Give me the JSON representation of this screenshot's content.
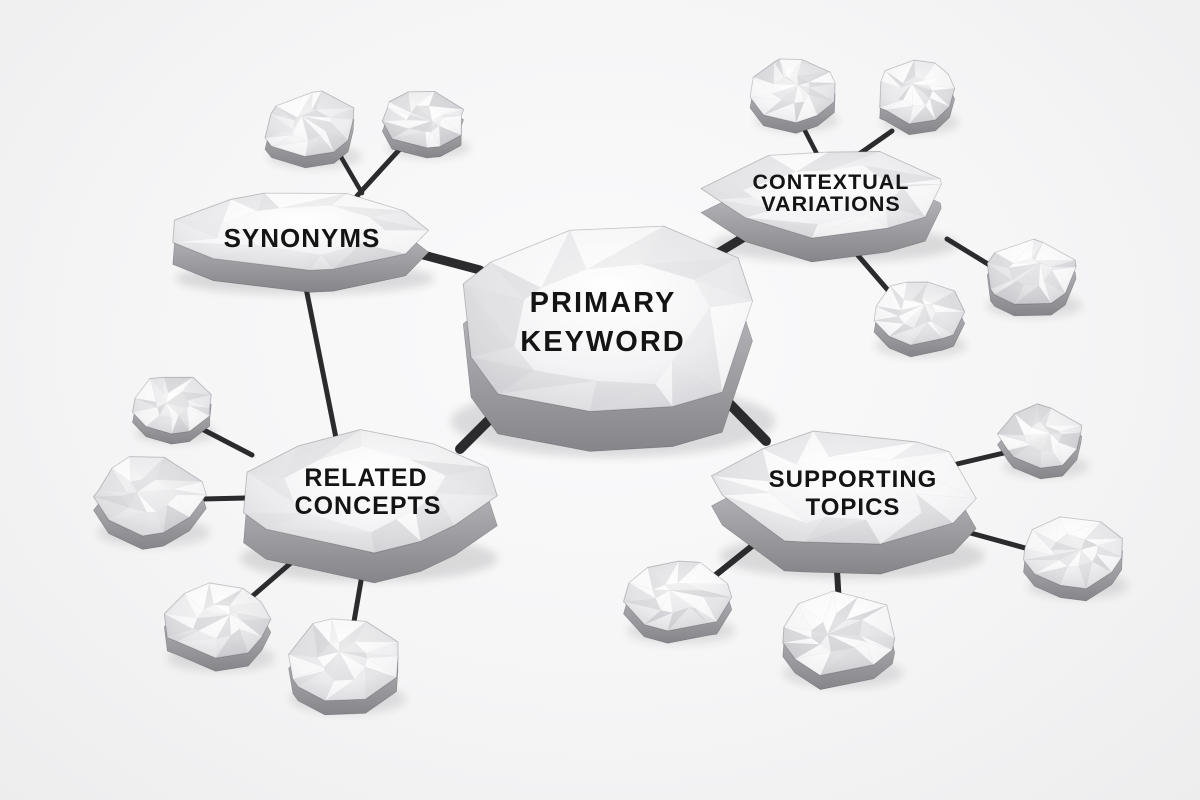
{
  "diagram": {
    "background_color": "#f5f5f6",
    "connector_color": "#2b2b2e",
    "label_color": "#141414",
    "stone_top_color": "#fbfbfc",
    "stone_side_color": "#8a8a8e",
    "center": {
      "id": "primary-keyword",
      "label": "PRIMARY KEYWORD",
      "lines": [
        "PRIMARY",
        "KEYWORD"
      ]
    },
    "branches": [
      {
        "id": "synonyms",
        "label": "SYNONYMS",
        "lines": [
          "SYNONYMS"
        ],
        "satellite_count": 2
      },
      {
        "id": "contextual-variations",
        "label": "CONTEXTUAL VARIATIONS",
        "lines": [
          "CONTEXTUAL",
          "VARIATIONS"
        ],
        "satellite_count": 4
      },
      {
        "id": "related-concepts",
        "label": "RELATED CONCEPTS",
        "lines": [
          "RELATED",
          "CONCEPTS"
        ],
        "satellite_count": 4
      },
      {
        "id": "supporting-topics",
        "label": "SUPPORTING TOPICS",
        "lines": [
          "SUPPORTING",
          "TOPICS"
        ],
        "satellite_count": 4
      }
    ],
    "connections": [
      {
        "from": "primary-keyword",
        "to": "synonyms"
      },
      {
        "from": "primary-keyword",
        "to": "contextual-variations"
      },
      {
        "from": "primary-keyword",
        "to": "related-concepts"
      },
      {
        "from": "primary-keyword",
        "to": "supporting-topics"
      },
      {
        "from": "synonyms",
        "to": "related-concepts"
      }
    ]
  }
}
